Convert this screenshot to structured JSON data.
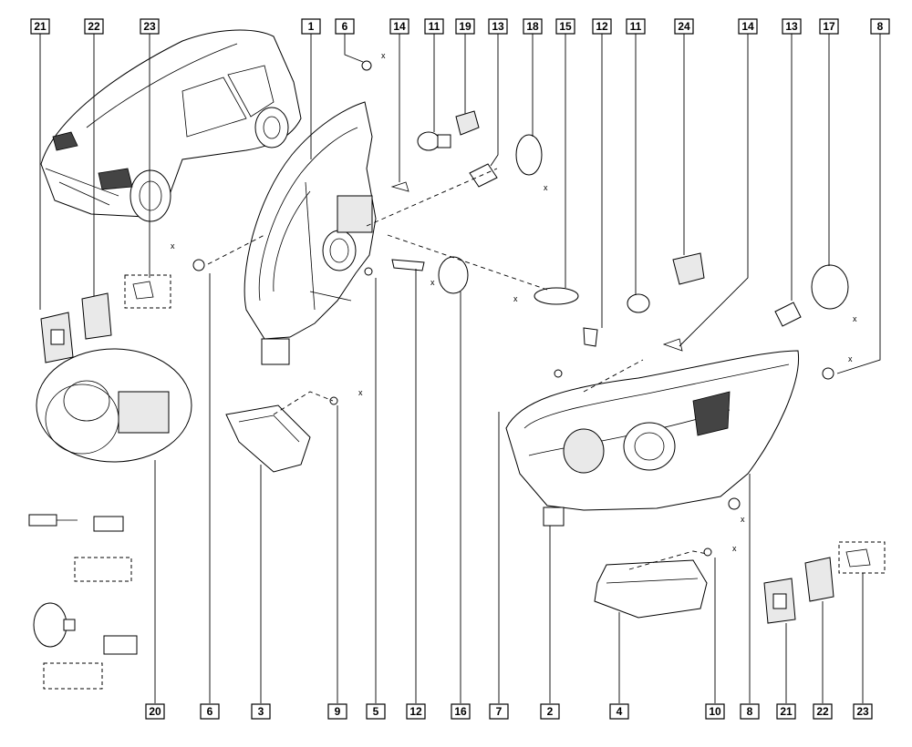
{
  "top_labels": [
    "21",
    "22",
    "23",
    "1",
    "6",
    "14",
    "11",
    "19",
    "13",
    "18",
    "15",
    "12",
    "11",
    "24",
    "14",
    "13",
    "17",
    "8"
  ],
  "bottom_labels": [
    "20",
    "6",
    "3",
    "9",
    "5",
    "12",
    "16",
    "7",
    "2",
    "4",
    "10",
    "8",
    "21",
    "22",
    "23"
  ],
  "axis_marks": [
    "x",
    "x",
    "x",
    "x",
    "x",
    "x",
    "x",
    "x",
    "x",
    "x"
  ]
}
